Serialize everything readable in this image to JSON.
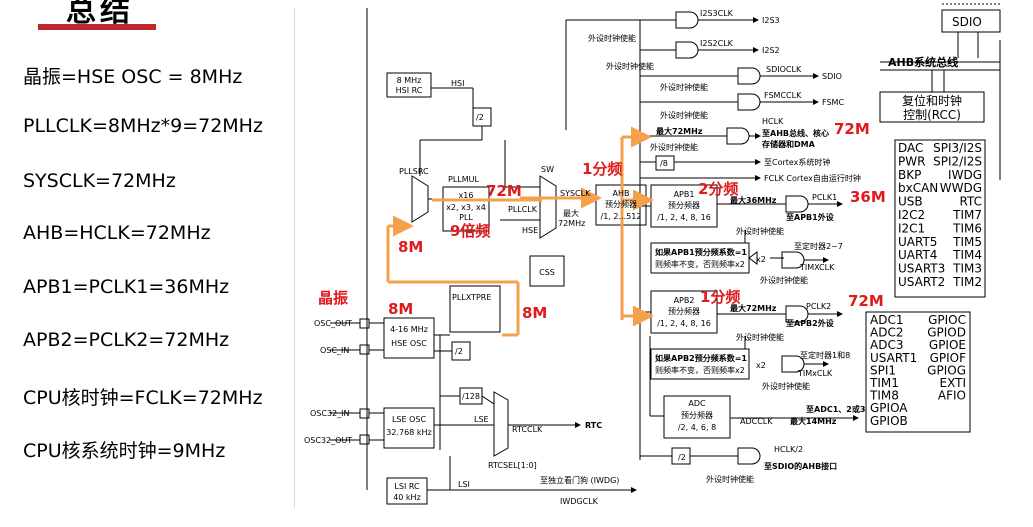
{
  "summary": {
    "title": "总结",
    "lines": [
      "晶振=HSE OSC = 8MHz",
      "PLLCLK=8MHz*9=72MHz",
      "SYSCLK=72MHz",
      "AHB=HCLK=72MHz",
      "APB1=PCLK1=36MHz",
      "APB2=PCLK2=72MHz",
      "CPU核时钟=FCLK=72MHz",
      "CPU核系统时钟=9MHz"
    ]
  },
  "diagram": {
    "hsi_rc": [
      "8 MHz",
      "HSI RC"
    ],
    "hsi": "HSI",
    "div2": "/2",
    "pllsrc": "PLLSRC",
    "pllmul": "PLLMUL",
    "pll": [
      "x16",
      "x2, x3, x4",
      "PLL"
    ],
    "pllclk": "PLLCLK",
    "sw": "SW",
    "sysclk": "SYSCLK",
    "hse": "HSE",
    "max72": [
      "最大",
      "72MHz"
    ],
    "ahb": [
      "AHB",
      "预分频器",
      "/1, 2...512"
    ],
    "css": "CSS",
    "pllxtpre": "PLLXTPRE",
    "osc_out": "OSC_OUT",
    "osc_in": "OSC_IN",
    "hse_osc": [
      "4-16 MHz",
      "HSE OSC"
    ],
    "osc32_in": "OSC32_IN",
    "osc32_out": "OSC32_OUT",
    "lse_osc": [
      "LSE OSC",
      "32.768 kHz"
    ],
    "lse": "LSE",
    "div128": "/128",
    "rtcclk": "RTCCLK",
    "rtc": "RTC",
    "rtcsel": "RTCSEL[1:0]",
    "lsi_rc": [
      "LSI RC",
      "40 kHz"
    ],
    "lsi": "LSI",
    "iwdg_note": "至独立看门狗 (IWDG)",
    "iwdgclk": "IWDGCLK",
    "i2s3clk": "I2S3CLK",
    "i2s3": "I2S3",
    "i2s2clk": "I2S2CLK",
    "i2s2": "I2S2",
    "sdioclk": "SDIOCLK",
    "sdio": "SDIO",
    "fsmcclk": "FSMCCLK",
    "fsmc": "FSMC",
    "periph_en": "外设时钟使能",
    "max72_ahb": "最大72MHz",
    "hclk": "HCLK",
    "hclk_note": [
      "至AHB总线、核心",
      "存储器和DMA"
    ],
    "div8": "/8",
    "cortex_timer": "至Cortex系统时钟",
    "fclk": "FCLK Cortex自由运行时钟",
    "apb1": [
      "APB1",
      "预分频器",
      "/1, 2, 4, 8, 16"
    ],
    "max36": "最大36MHz",
    "pclk1": "PCLK1",
    "pclk1_note": "至APB1外设",
    "apb1_note": [
      "如果APB1预分频系数=1",
      "则频率不变，否则频率x2"
    ],
    "x2": "x2",
    "timer27": "至定时器2~7",
    "timxclk": "TIMXCLK",
    "apb2": [
      "APB2",
      "预分频器",
      "/1, 2, 4, 8, 16"
    ],
    "max72b": "最大72MHz",
    "pclk2": "PCLK2",
    "pclk2_note": "至APB2外设",
    "apb2_note": [
      "如果APB2预分频系数=1",
      "则频率不变，否则频率x2"
    ],
    "timer18": "至定时器1和8",
    "timxclk2": "TIMxCLK",
    "adc": [
      "ADC",
      "预分频器",
      "/2, 4, 6, 8"
    ],
    "adcclk": "ADCCLK",
    "adc_note": "至ADC1、2或3",
    "max14": "最大14MHz",
    "hclk2": "HCLK/2",
    "sdio_ahb": "至SDIO的AHB接口",
    "sdio_box": "SDIO",
    "ahb_bus": "AHB系统总线",
    "rcc": [
      "复位和时钟",
      "控制(RCC)"
    ],
    "apb1_periph_left": [
      "DAC",
      "PWR",
      "BKP",
      "bxCAN",
      "USB",
      "I2C2",
      "I2C1",
      "UART5",
      "UART4",
      "USART3",
      "USART2"
    ],
    "apb1_periph_right": [
      "SPI3/I2S",
      "SPI2/I2S",
      "IWDG",
      "WWDG",
      "RTC",
      "TIM7",
      "TIM6",
      "TIM5",
      "TIM4",
      "TIM3",
      "TIM2"
    ],
    "apb2_periph_left": [
      "ADC1",
      "ADC2",
      "ADC3",
      "USART1",
      "SPI1",
      "TIM1",
      "TIM8",
      "GPIOA",
      "GPIOB"
    ],
    "apb2_periph_right": [
      "GPIOC",
      "GPIOD",
      "GPIOE",
      "GPIOF",
      "GPIOG",
      "EXTI",
      "AFIO"
    ]
  },
  "annotations": {
    "crystal": "晶振",
    "hse_8m": "8M",
    "pll_in_8m": "8M",
    "xtpre_8m": "8M",
    "mul9": "9倍频",
    "pll_72m": "72M",
    "ahb_div1": "1分频",
    "ahb_72m": "72M",
    "apb1_div2": "2分频",
    "apb1_36m": "36M",
    "apb2_div1": "1分频",
    "apb2_72m": "72M"
  },
  "colors": {
    "annotation": "#e01a1a",
    "path": "#f5a04a",
    "title_bar": "#c0272d"
  }
}
